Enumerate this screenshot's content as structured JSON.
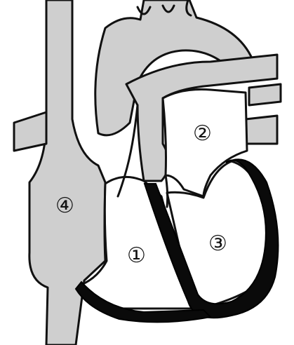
{
  "diagram": {
    "labels": {
      "one": "①",
      "two": "②",
      "three": "③",
      "four": "④"
    }
  }
}
